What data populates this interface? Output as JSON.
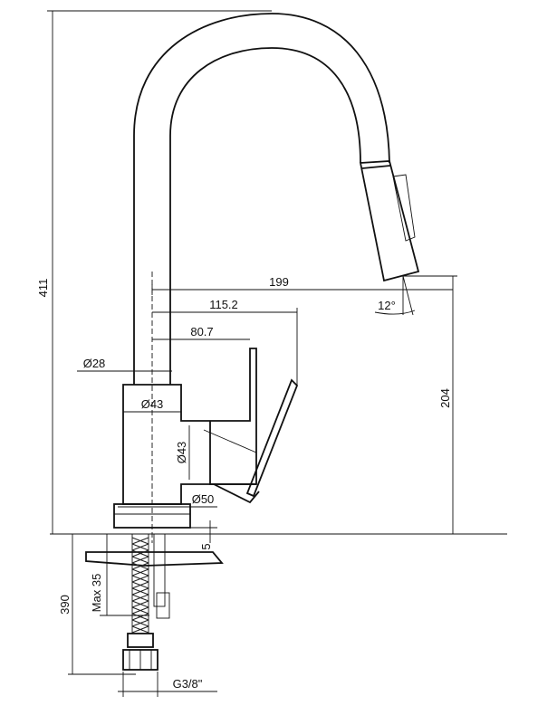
{
  "drawing": {
    "dimensions": {
      "total_height": "411",
      "spout_reach": "199",
      "reach_115": "115.2",
      "reach_80": "80.7",
      "tube_diameter": "Ø28",
      "body_diameter": "Ø43",
      "handle_diameter": "Ø43",
      "base_diameter": "Ø50",
      "spout_height": "204",
      "tilt_angle": "12°",
      "deck_thickness": "5",
      "max_deck": "Max 35",
      "hose_length": "390",
      "connection": "G3/8\""
    }
  }
}
